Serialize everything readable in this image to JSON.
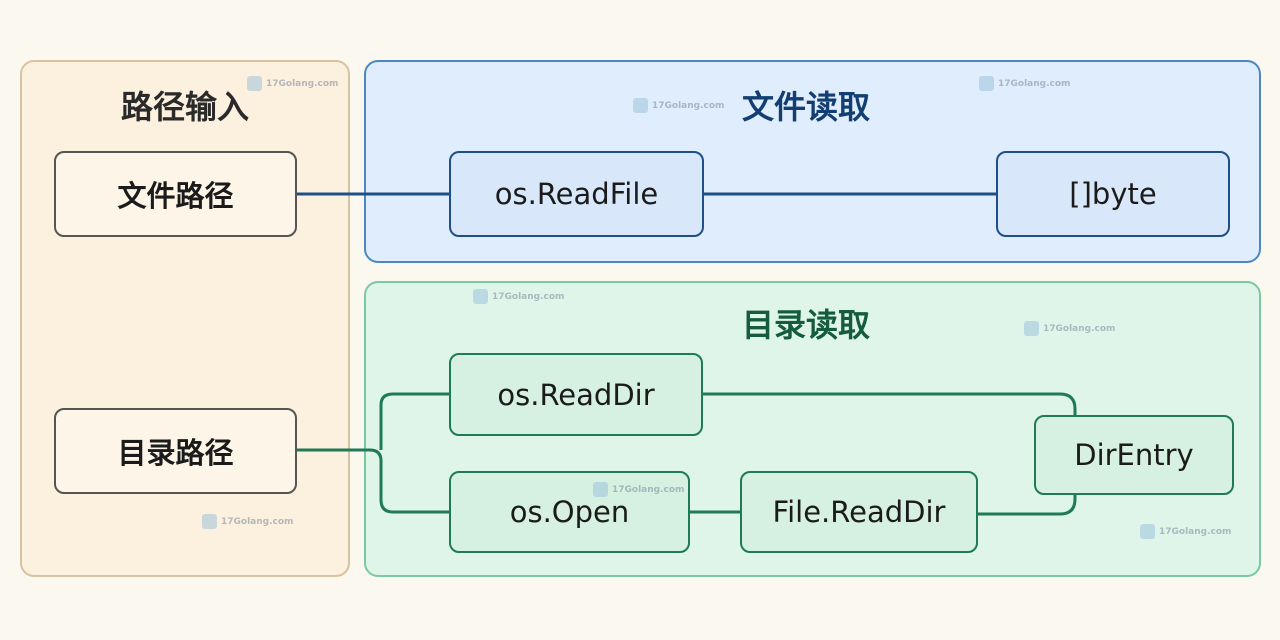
{
  "panels": {
    "input": {
      "title": "路径输入"
    },
    "file": {
      "title": "文件读取"
    },
    "dir": {
      "title": "目录读取"
    }
  },
  "nodes": {
    "file_path": "文件路径",
    "dir_path": "目录路径",
    "os_readfile": "os.ReadFile",
    "byte_slice": "[]byte",
    "os_readdir": "os.ReadDir",
    "os_open": "os.Open",
    "file_readdir": "File.ReadDir",
    "direntry": "DirEntry"
  },
  "watermark": {
    "text": "17Golang.com"
  },
  "colors": {
    "file_title": "#123e72",
    "dir_title": "#145c3d",
    "input_title": "#2a2a2a",
    "file_wire": "#1f4f88",
    "dir_wire": "#1f7a55"
  }
}
